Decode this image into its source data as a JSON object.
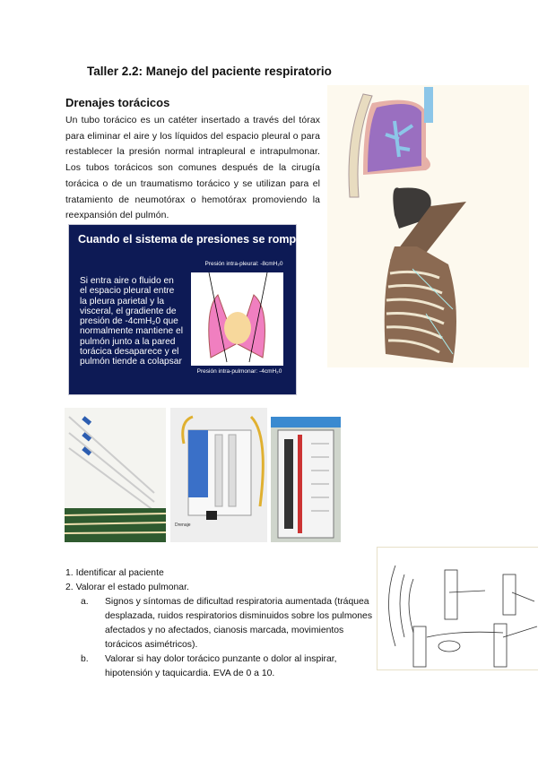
{
  "document": {
    "title": "Taller 2.2: Manejo del paciente respiratorio",
    "section_heading": "Drenajes torácicos",
    "paragraph": "Un tubo torácico es un catéter insertado a través del tórax para eliminar el aire y los líquidos del espacio pleural o para restablecer la presión normal intrapleural e intrapulmonar. Los tubos torácicos son comunes después de la cirugía torácica o de un traumatismo torácico y se utilizan para el tratamiento de neumotórax o hemotórax promoviendo la reexpansión del pulmón."
  },
  "slide": {
    "title": "Cuando el sistema de presiones se rompe...",
    "body": "Si entra aire o fluido en el espacio pleural entre la pleura parietal y la visceral, el gradiente de presión de  -4cmH₂0 que normalmente mantiene el pulmón junto a la pared torácica desaparece y el pulmón tiende a colapsar",
    "label_top": "Presión intra-pleural: -8cmH₂0",
    "label_bottom": "Presión intra-pulmonar: -4cmH₂0",
    "background_color": "#0d1a55"
  },
  "list": {
    "items": [
      {
        "number": "1.",
        "text": "Identificar al paciente"
      },
      {
        "number": "2.",
        "text": "Valorar el estado pulmonar."
      }
    ],
    "subitems": [
      {
        "marker": "a.",
        "text": "Signos y síntomas de dificultad respiratoria aumentada (tráquea desplazada, ruidos respiratorios disminuidos sobre los pulmones afectados y no afectados, cianosis marcada, movimientos torácicos asimétricos)."
      },
      {
        "marker": "b.",
        "text": "Valorar si hay dolor torácico punzante o dolor al inspirar, hipotensión y taquicardia. EVA de 0 a 10."
      }
    ]
  },
  "figures": {
    "anatomy": "chest-tube-anatomy-illustration",
    "catheters": "chest-tube-catheters-photo",
    "drainage_unit": "drainage-system-photo",
    "atrium_unit": "atrium-drainage-photo",
    "insertion": "chest-tube-insertion-illustration"
  }
}
